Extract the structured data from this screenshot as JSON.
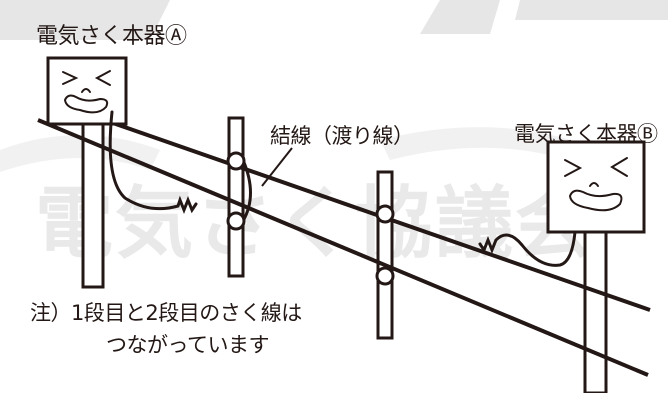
{
  "diagram": {
    "device_a_label": "電気さく本器Ⓐ",
    "device_b_label": "電気さく本器Ⓑ",
    "tie_wire_label": "結線（渡り線）",
    "watermark": "電気さく協議会",
    "note_line1": "注）1段目と2段目のさく線は",
    "note_line2": "つながっています",
    "colors": {
      "ink": "#231815",
      "watermark": "#e8e8e8",
      "background": "#ffffff"
    }
  }
}
